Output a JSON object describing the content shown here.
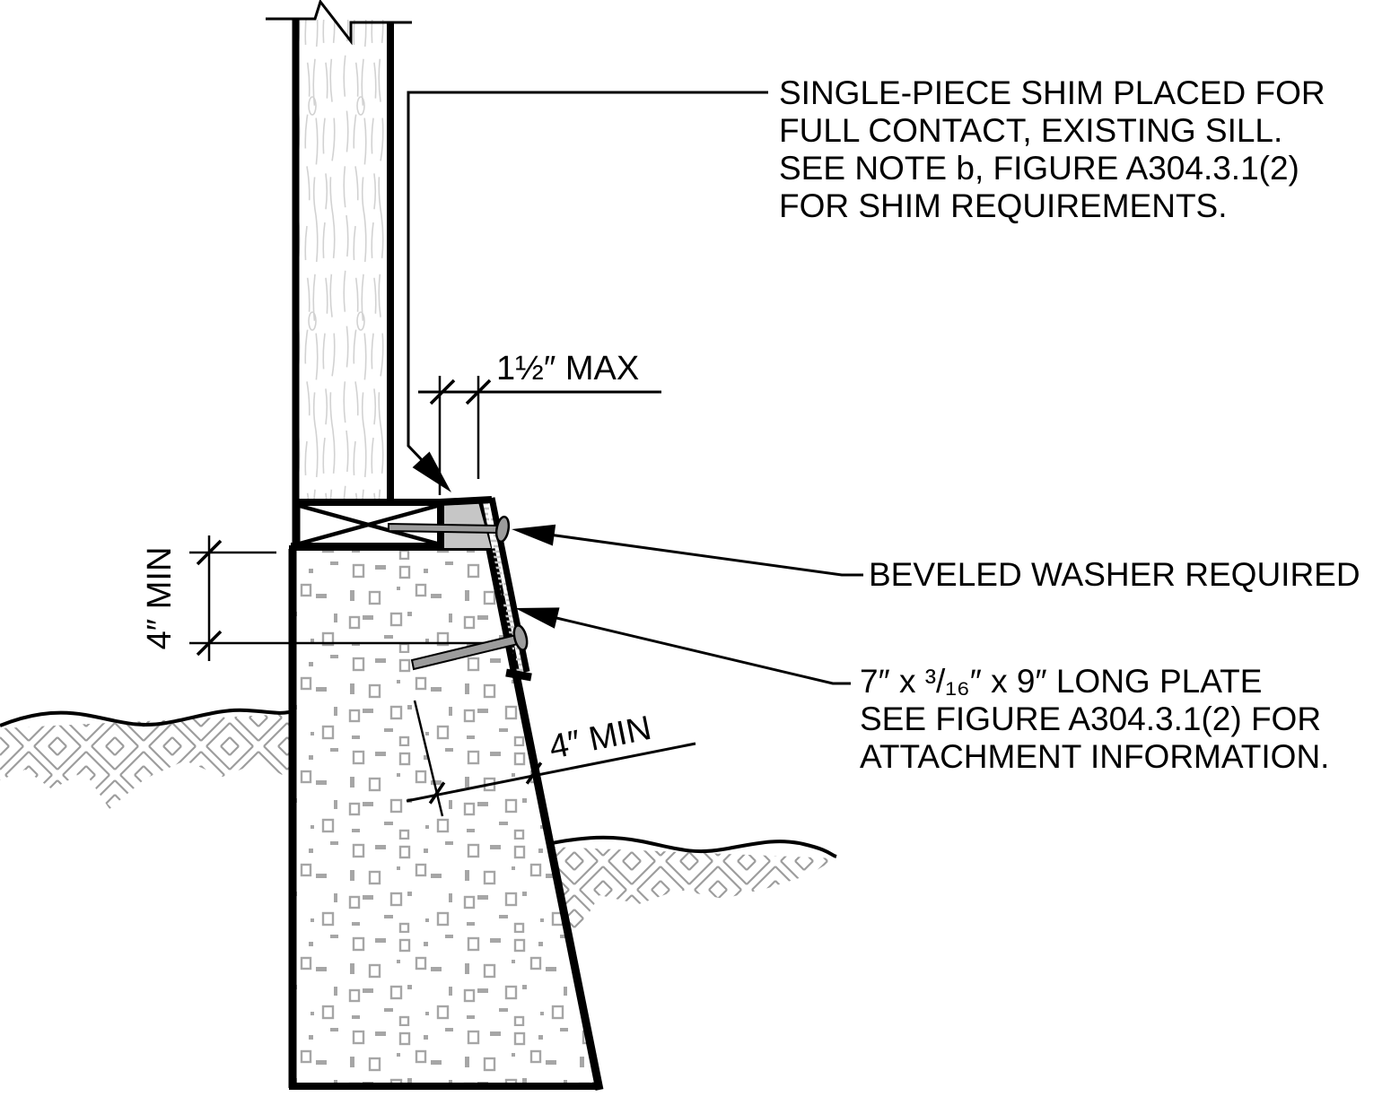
{
  "drawing": {
    "notes": {
      "shim": {
        "line1": "SINGLE-PIECE SHIM PLACED FOR",
        "line2": "FULL CONTACT, EXISTING SILL.",
        "line3": "SEE NOTE b, FIGURE A304.3.1(2)",
        "line4": "FOR SHIM REQUIREMENTS."
      },
      "washer": "BEVELED WASHER REQUIRED",
      "plate": {
        "line1": "7″ x ³/₁₆″ x 9″ LONG PLATE",
        "line2": "SEE FIGURE A304.3.1(2) FOR",
        "line3": "ATTACHMENT INFORMATION."
      }
    },
    "dimensions": {
      "shim_offset": "1½″ MAX",
      "bolt_depth": "4″ MIN",
      "bolt_embed": "4″ MIN"
    },
    "colors": {
      "line": "#000000",
      "shim_fill": "#c6c6c6",
      "bolt_fill": "#9c9c9c",
      "hatch_gray": "#9d9d9d",
      "stipple_gray": "#a6a6a6",
      "woodgrain_gray": "#d2d2d2"
    }
  }
}
